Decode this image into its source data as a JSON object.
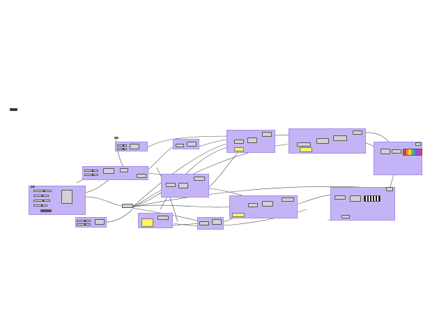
{
  "canvas": {
    "groups": [
      {
        "id": "g1",
        "label": ""
      },
      {
        "id": "g2",
        "label": ""
      },
      {
        "id": "g3",
        "label": ""
      },
      {
        "id": "g4",
        "label": ""
      },
      {
        "id": "g5",
        "label": ""
      },
      {
        "id": "g6",
        "label": ""
      },
      {
        "id": "g7",
        "label": ""
      },
      {
        "id": "g8",
        "label": ""
      },
      {
        "id": "g9",
        "label": ""
      },
      {
        "id": "g10",
        "label": ""
      },
      {
        "id": "g11",
        "label": ""
      }
    ],
    "colors": {
      "group_fill": "#c5b4f5",
      "group_border": "#a38ee6",
      "component": "#d2d2d2",
      "wire": "#555555",
      "panel": "#fff45c",
      "gradient_swatches": [
        "#e33b3b",
        "#f08a2b",
        "#f3d83b",
        "#57c24f",
        "#3b86e3",
        "#8e4fd6",
        "#d63ba0"
      ]
    },
    "toolbar": {
      "chip_icon": "menu-chip-icon"
    }
  }
}
